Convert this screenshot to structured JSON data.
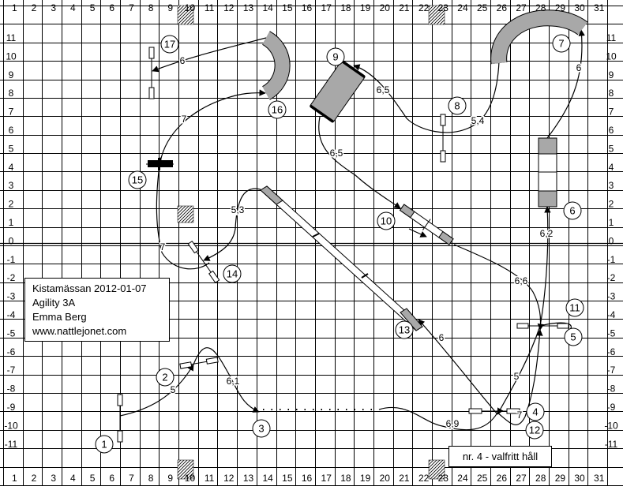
{
  "info": {
    "event": "Kistamässan 2012-01-07",
    "class": "Agility 3A",
    "judge": "Emma Berg",
    "website": "www.nattlejonet.com"
  },
  "note": "nr. 4 - valfritt håll",
  "grid": {
    "x_labels": [
      "1",
      "2",
      "3",
      "4",
      "5",
      "6",
      "7",
      "8",
      "9",
      "10",
      "11",
      "12",
      "13",
      "14",
      "15",
      "16",
      "17",
      "18",
      "19",
      "20",
      "21",
      "22",
      "23",
      "24",
      "25",
      "26",
      "27",
      "28",
      "29",
      "30",
      "31"
    ],
    "y_labels": [
      "11",
      "10",
      "9",
      "8",
      "7",
      "6",
      "5",
      "4",
      "3",
      "2",
      "1",
      "0",
      "-1",
      "-2",
      "-3",
      "-4",
      "-5",
      "-6",
      "-7",
      "-8",
      "-9",
      "-10",
      "-11"
    ]
  },
  "obstacle_numbers": [
    "1",
    "2",
    "3",
    "4",
    "5",
    "6",
    "7",
    "8",
    "9",
    "10",
    "11",
    "12",
    "13",
    "14",
    "15",
    "16",
    "17"
  ],
  "distances": [
    "5",
    "6,1",
    "6,9",
    "7",
    "5",
    "6,2",
    "6",
    "5,4",
    "6,5",
    "6,5",
    "6,6",
    "6",
    "5,3",
    "7",
    "7",
    "6"
  ],
  "colors": {
    "line": "#000000",
    "tunnel": "#a8a8a8",
    "grid": "#000000",
    "hatch": "#000000"
  }
}
